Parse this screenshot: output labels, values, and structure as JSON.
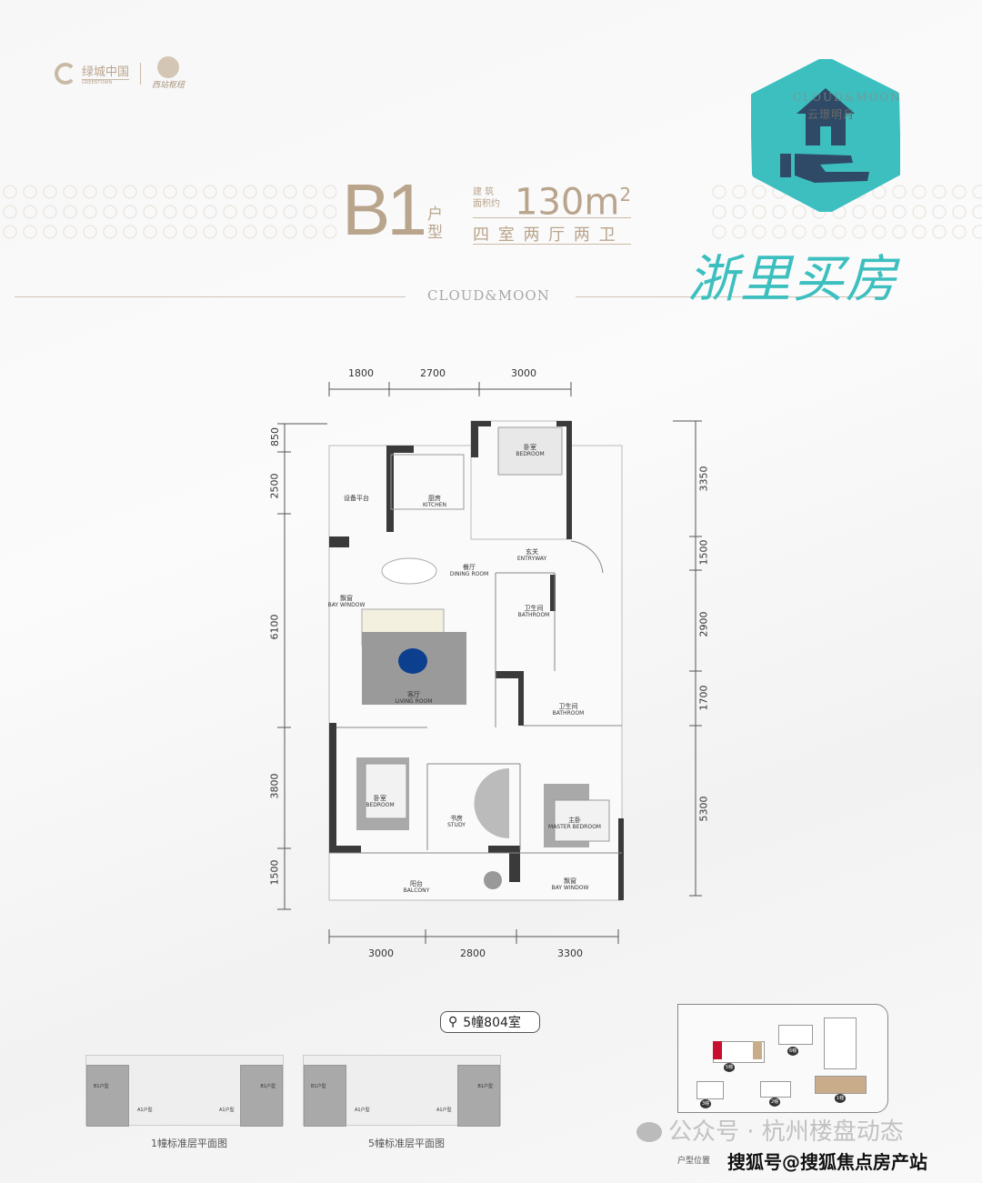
{
  "brand": {
    "developer_logo_text": "绿城中国",
    "developer_logo_sub": "GREENTOWN",
    "partner_logo_text": "西站枢纽",
    "project_logo_text": "CLOUD&MOON",
    "project_logo_cn": "云璟明月"
  },
  "watermark": {
    "badge_color": "#3dbfbf",
    "icon_color": "#2f4a66",
    "text": "浙里买房",
    "wechat_text": "公众号 · 杭州楼盘动态",
    "sohu_text": "搜狐号@搜狐焦点房产站"
  },
  "header": {
    "unit_code": "B1",
    "unit_suffix": "户型",
    "area_label_line1": "建 筑",
    "area_label_line2": "面积约",
    "area_value": "130m",
    "area_unit_sup": "2",
    "layout": "四 室 两 厅 两 卫",
    "divider_brand": "CLOUD&MOON"
  },
  "plan": {
    "top_dims": [
      "1800",
      "2700",
      "3000"
    ],
    "left_dims": [
      "850",
      "2500",
      "6100",
      "3800",
      "1500"
    ],
    "right_dims": [
      "3350",
      "1500",
      "2900",
      "1700",
      "5300"
    ],
    "bottom_dims": [
      "3000",
      "2800",
      "3300"
    ],
    "rooms": [
      {
        "zh": "设备平台",
        "en": ""
      },
      {
        "zh": "厨房",
        "en": "KITCHEN"
      },
      {
        "zh": "卧室",
        "en": "BEDROOM"
      },
      {
        "zh": "玄关",
        "en": "ENTRYWAY"
      },
      {
        "zh": "餐厅",
        "en": "DINING ROOM"
      },
      {
        "zh": "飘窗",
        "en": "BAY WINDOW"
      },
      {
        "zh": "卫生间",
        "en": "BATHROOM"
      },
      {
        "zh": "客厅",
        "en": "LIVING ROOM"
      },
      {
        "zh": "卫生间",
        "en": "BATHROOM"
      },
      {
        "zh": "卧室",
        "en": "BEDROOM"
      },
      {
        "zh": "书房",
        "en": "STUDY"
      },
      {
        "zh": "主卧",
        "en": "MASTER BEDROOM"
      },
      {
        "zh": "阳台",
        "en": "BALCONY"
      },
      {
        "zh": "飘窗",
        "en": "BAY WINDOW"
      }
    ],
    "rug_color": "#0d3f8f"
  },
  "location": {
    "pin_label": "5幢804室",
    "floor_plans": [
      {
        "caption": "1幢标准层平面图",
        "units": [
          "B1户型",
          "A1户型",
          "A1户型",
          "B1户型"
        ]
      },
      {
        "caption": "5幢标准层平面图",
        "units": [
          "B1户型",
          "A1户型",
          "A1户型",
          "B1户型"
        ]
      }
    ],
    "site_caption": "户型位置",
    "buildings": [
      "5幢",
      "6幢",
      "3幢",
      "2幢",
      "1幢"
    ],
    "highlight_color": "#c8102e"
  }
}
